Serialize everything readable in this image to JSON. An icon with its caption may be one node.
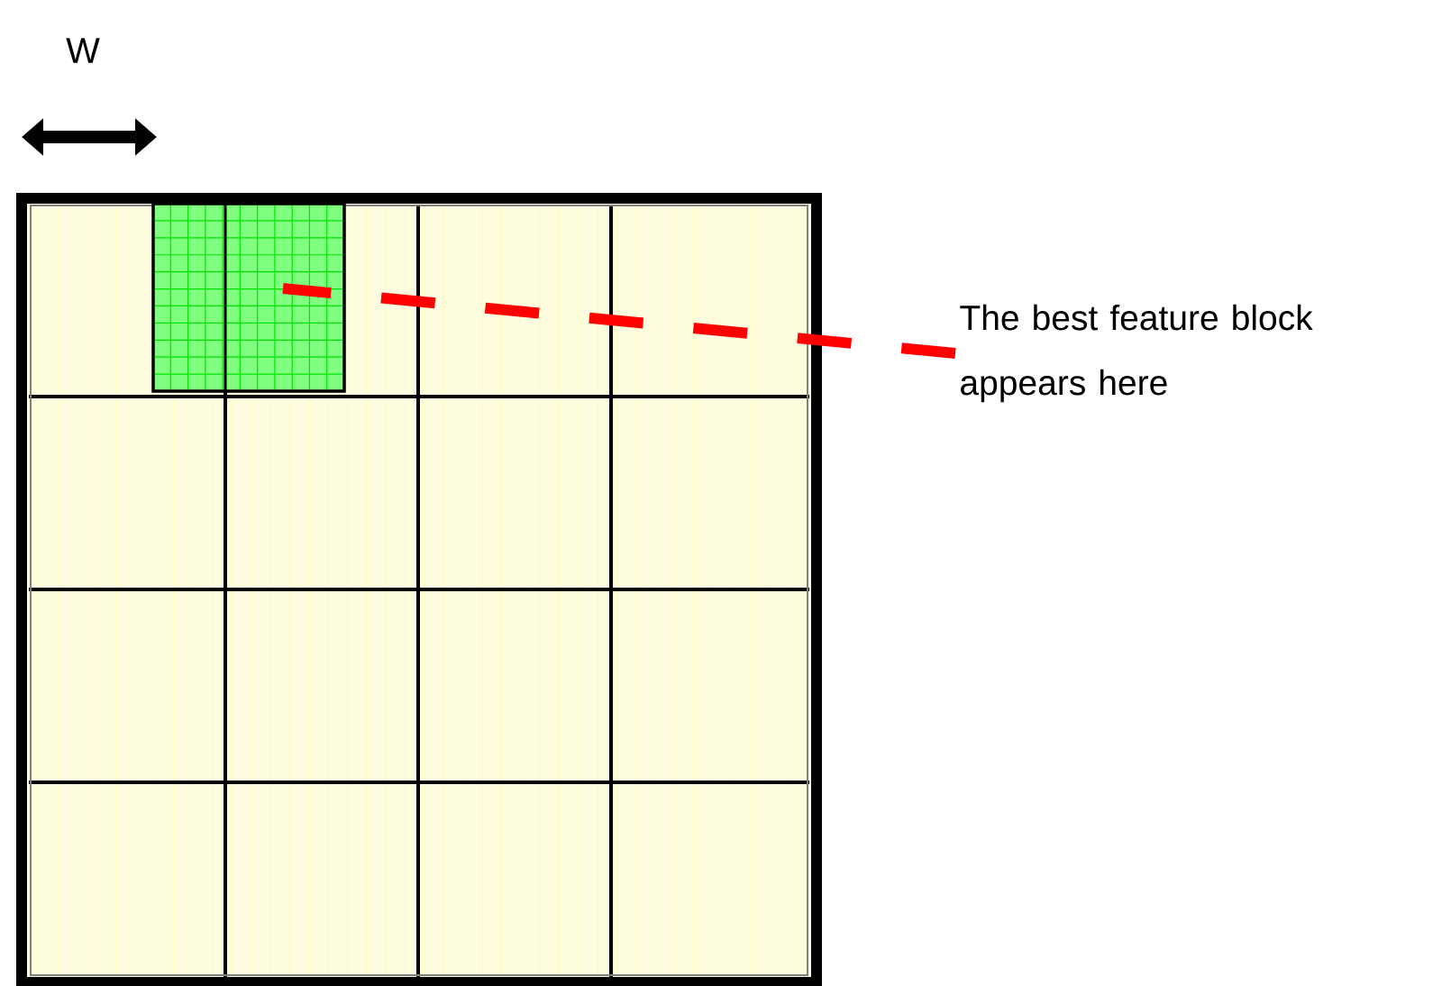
{
  "diagram": {
    "nodes": [
      {
        "text": [],
        "shape": "box"
      },
      {
        "text": [],
        "shape": "box",
        "in": 0
      },
      {
        "text": [
          "The best feature block appears here"
        ]
      }
    ],
    "edges": [
      {
        "from": 2,
        "to": 1,
        "arrow": "none",
        "style": "dashed",
        "color": "#ff0000"
      }
    ],
    "labels": [
      "W"
    ]
  }
}
